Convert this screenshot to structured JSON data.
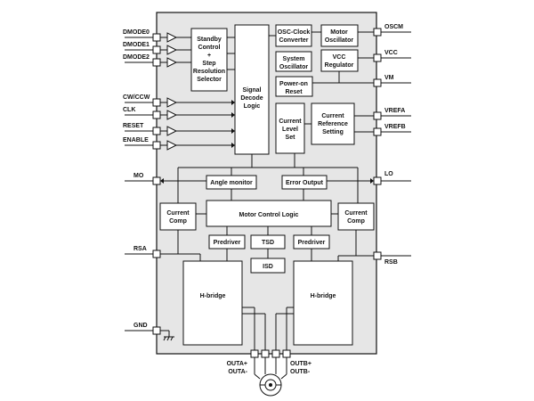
{
  "pins_left": {
    "dmode0": "DMODE0",
    "dmode1": "DMODE1",
    "dmode2": "DMODE2",
    "cw_ccw": "CW/CCW",
    "clk": "CLK",
    "reset": "RESET",
    "enable": "ENABLE",
    "mo": "MO",
    "rsa": "RSA",
    "gnd": "GND"
  },
  "pins_right": {
    "oscm": "OSCM",
    "vcc": "VCC",
    "vm": "VM",
    "vrefa": "VREFA",
    "vrefb": "VREFB",
    "lo": "LO",
    "rsb": "RSB"
  },
  "pins_bottom": {
    "outa_plus": "OUTA+",
    "outa_minus": "OUTA-",
    "outb_plus": "OUTB+",
    "outb_minus": "OUTB-"
  },
  "blocks": {
    "standby_l1": "Standby",
    "standby_l2": "Control",
    "standby_l3": "+",
    "standby_l4": "Step",
    "standby_l5": "Resolution",
    "standby_l6": "Selector",
    "signal_l1": "Signal",
    "signal_l2": "Decode",
    "signal_l3": "Logic",
    "osc_l1": "OSC-Clock",
    "osc_l2": "Converter",
    "motor_osc_l1": "Motor",
    "motor_osc_l2": "Oscillator",
    "sys_osc_l1": "System",
    "sys_osc_l2": "Oscillator",
    "vcc_reg_l1": "VCC",
    "vcc_reg_l2": "Regulator",
    "por_l1": "Power-on",
    "por_l2": "Reset",
    "cls_l1": "Current",
    "cls_l2": "Level",
    "cls_l3": "Set",
    "crs_l1": "Current",
    "crs_l2": "Reference",
    "crs_l3": "Setting",
    "angle_monitor": "Angle monitor",
    "error_output": "Error Output",
    "cc_left_l1": "Current",
    "cc_left_l2": "Comp",
    "cc_right_l1": "Current",
    "cc_right_l2": "Comp",
    "motor_control": "Motor Control Logic",
    "predriver_left": "Predriver",
    "predriver_right": "Predriver",
    "tsd": "TSD",
    "isd": "ISD",
    "hbridge_left": "H-bridge",
    "hbridge_right": "H-bridge"
  },
  "colors": {
    "chip_fill": "#e6e6e6",
    "block_fill": "#ffffff",
    "line": "#111111"
  },
  "icons": {
    "input_buffer": "schmitt-buffer-icon",
    "ground": "ground-icon",
    "motor": "stepper-motor-icon"
  }
}
